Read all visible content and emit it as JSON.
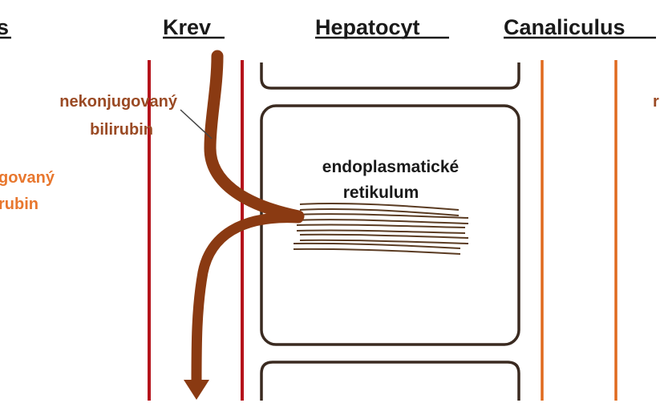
{
  "headers": {
    "left_partial": "s",
    "blood": "Krev",
    "hepatocyte": "Hepatocyt",
    "canaliculus": "Canaliculus"
  },
  "labels": {
    "unconjugated_line1": "nekonjugovaný",
    "unconjugated_line2": "bilirubin",
    "conjugated_partial_line1": "govaný",
    "conjugated_partial_line2": "rubin",
    "er_line1": "endoplasmatické",
    "er_line2": "retikulum",
    "right_partial": "r"
  },
  "colors": {
    "membrane_red": "#b5121b",
    "canaliculus_orange": "#e06a1e",
    "arrow_brown": "#8a3a12",
    "cell_outline": "#3a2a20",
    "er_brown": "#5a3b22",
    "text_dark": "#1a1a1a",
    "label_brown": "#9a4a24",
    "label_orange": "#e8772e"
  }
}
